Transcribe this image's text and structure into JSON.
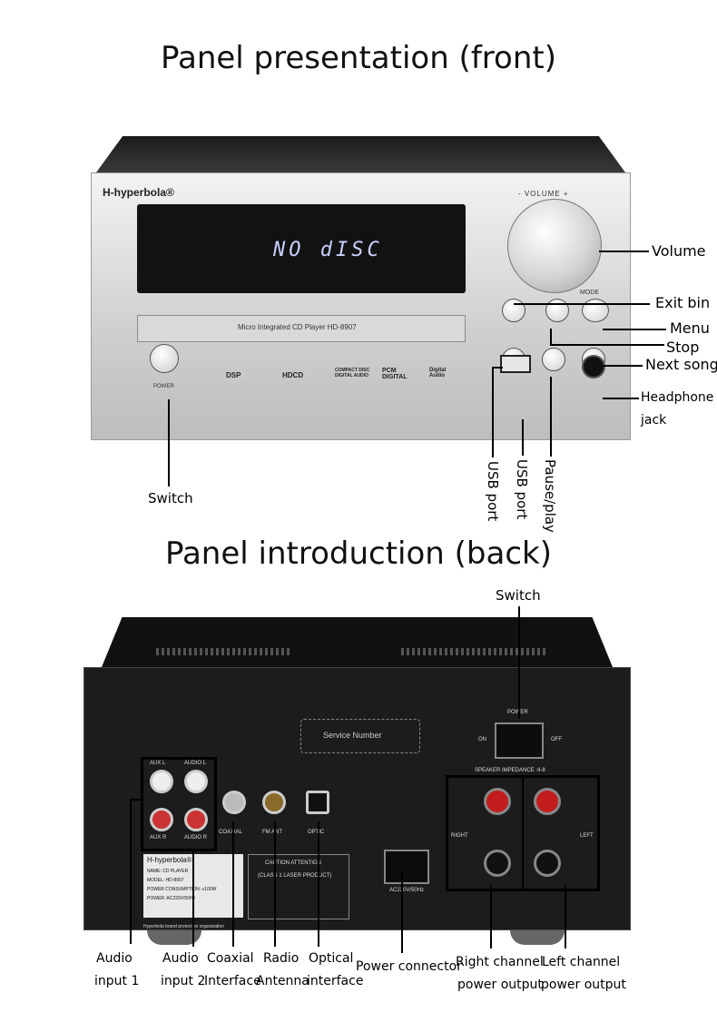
{
  "titles": {
    "front": "Panel presentation (front)",
    "back": "Panel introduction (back)"
  },
  "front_device": {
    "brand": "H-hyperbola®",
    "display_text": "NO dISC",
    "disc_slot_text": "Micro Integrated  CD  Player HD-8907",
    "volume_caption": "-   VOLUME   +",
    "mode_caption": "MODE",
    "power_caption": "POWER",
    "logos": [
      "DSP",
      "HDCD",
      "COMPACT DISC DIGITAL AUDIO",
      "PCM DIGITAL",
      "Digital Audio"
    ]
  },
  "front_labels": {
    "volume": "Volume",
    "exit_bin": "Exit bin",
    "menu": "Menu",
    "stop": "Stop",
    "next_song": "Next song",
    "headphone": "Headphone",
    "jack": "jack",
    "switch": "Switch",
    "usb_port_1": "USB port",
    "usb_port_2": "USB port",
    "pause_play": "Pause/play"
  },
  "back_device": {
    "service_number": "Service Number",
    "power_caption": "POWER",
    "on": "ON",
    "off": "OFF",
    "speaker_impedance": "SPEAKER IMPEDANCE :4-8",
    "aux_l": "AUX L",
    "aux_r": "AUX R",
    "audio_l": "AUDIO L",
    "audio_r": "AUDIO R",
    "coaxial": "COAXIAL",
    "fm_ant": "FM ANT",
    "optic": "OPTIC",
    "right": "RIGHT",
    "left": "LEFT",
    "ac": "AC220V/50Hz",
    "caution": "CAUTION ATTENTION",
    "laser": "(CLASS 1 LASER PRODUCT)",
    "nameplate_brand": "H-hyperbola®",
    "nameplate_lines": [
      "NAME: CD PLAYER",
      "MODEL: HD-8907",
      "POWER CONSUMPTION: ≤100W",
      "POWER: AC220V/50Hz"
    ],
    "footer": "Hyperbola brand protection organization"
  },
  "back_labels": {
    "switch": "Switch",
    "audio_input_1_a": "Audio",
    "audio_input_1_b": "input 1",
    "audio_input_2_a": "Audio",
    "audio_input_2_b": "input 2",
    "coaxial_a": "Coaxial",
    "coaxial_b": "Interface",
    "radio_a": "Radio",
    "radio_b": "Antenna",
    "optical_a": "Optical",
    "optical_b": "interface",
    "power_connector": "Power connector",
    "right_a": "Right channel",
    "right_b": "power output",
    "left_a": "Left channel",
    "left_b": "power output"
  }
}
